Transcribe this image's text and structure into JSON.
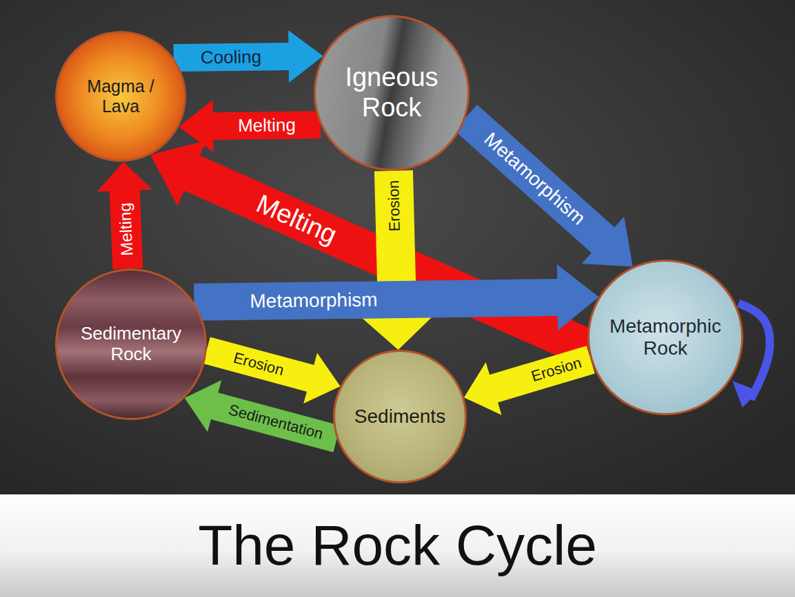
{
  "diagram": {
    "title": "The Rock Cycle",
    "nodes": [
      {
        "text": [
          "Magma / Lava"
        ]
      },
      {
        "text": [
          "Igneous Rock"
        ]
      },
      {
        "text": [
          "Sedimentary Rock"
        ]
      },
      {
        "text": [
          "Metamorphic Rock"
        ]
      },
      {
        "text": [
          "Sediments"
        ]
      }
    ],
    "edges": [
      {
        "from": 0,
        "to": 1,
        "label": "Cooling",
        "arrow": "to"
      },
      {
        "from": 1,
        "to": 0,
        "label": "Melting",
        "arrow": "to"
      },
      {
        "from": 2,
        "to": 0,
        "label": "Melting",
        "arrow": "to"
      },
      {
        "from": 3,
        "to": 0,
        "label": "Melting",
        "arrow": "to"
      },
      {
        "from": 1,
        "to": 3,
        "label": "Metamorphism",
        "arrow": "to"
      },
      {
        "from": 2,
        "to": 3,
        "label": "Metamorphism",
        "arrow": "to"
      },
      {
        "from": 1,
        "to": 4,
        "label": "Erosion",
        "arrow": "to"
      },
      {
        "from": 2,
        "to": 4,
        "label": "Erosion",
        "arrow": "to"
      },
      {
        "from": 3,
        "to": 4,
        "label": "Erosion",
        "arrow": "to"
      },
      {
        "from": 4,
        "to": 2,
        "label": "Sedimentation",
        "arrow": "to"
      },
      {
        "from": 3,
        "to": 3,
        "arrow": "to"
      }
    ]
  }
}
